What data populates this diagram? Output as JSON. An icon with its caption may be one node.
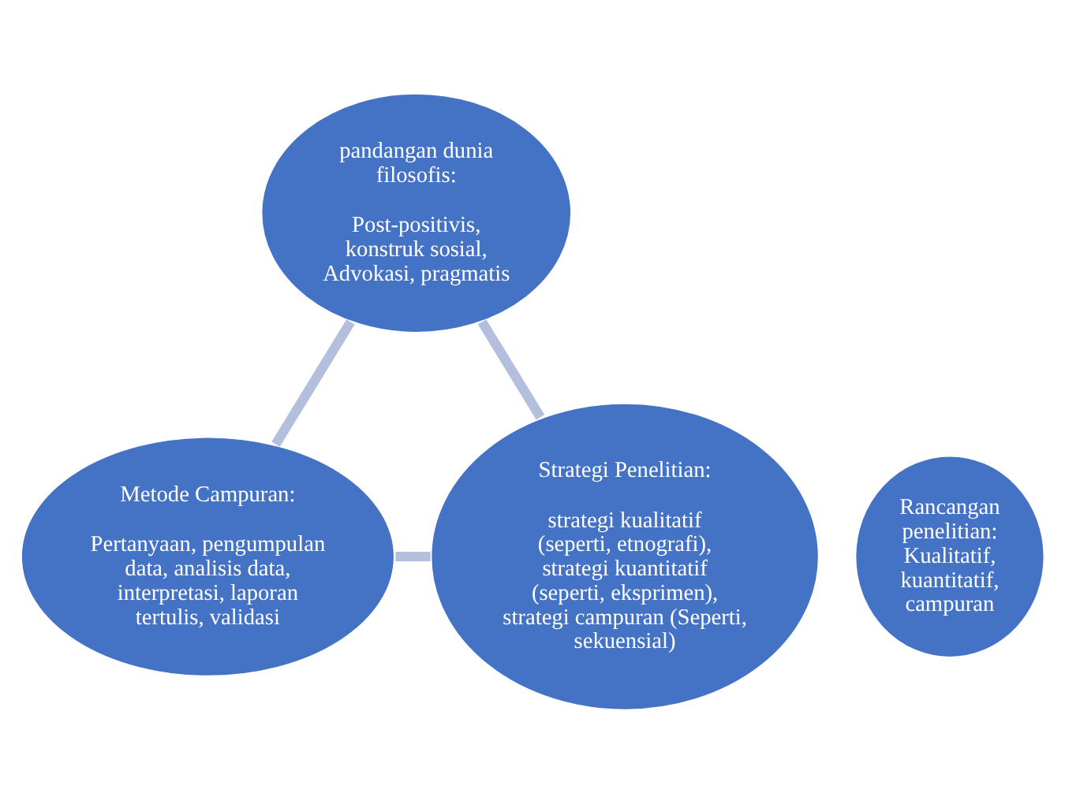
{
  "diagram": {
    "nodes": [
      {
        "text": [
          "pandangan dunia filosofis:",
          "Post-positivis, konstruk sosial, Advokasi, pragmatis"
        ]
      },
      {
        "text": [
          "Rancangan penelitian: Kualitatif, kuantitatif, campuran"
        ]
      },
      {
        "text": [
          "Strategi Penelitian:",
          "strategi kualitatif (seperti, etnografi), strategi kuantitatif (seperti, eksprimen), strategi campuran (Seperti, sekuensial)"
        ]
      },
      {
        "text": [
          "Metode Campuran:",
          "Pertanyaan, pengumpulan data, analisis data, interpretasi, laporan tertulis, validasi"
        ]
      }
    ],
    "edges": [
      {
        "from": 0,
        "to": 3,
        "arrow": "none"
      },
      {
        "from": 3,
        "to": 2,
        "arrow": "none"
      },
      {
        "from": 2,
        "to": 0,
        "arrow": "none"
      }
    ]
  }
}
